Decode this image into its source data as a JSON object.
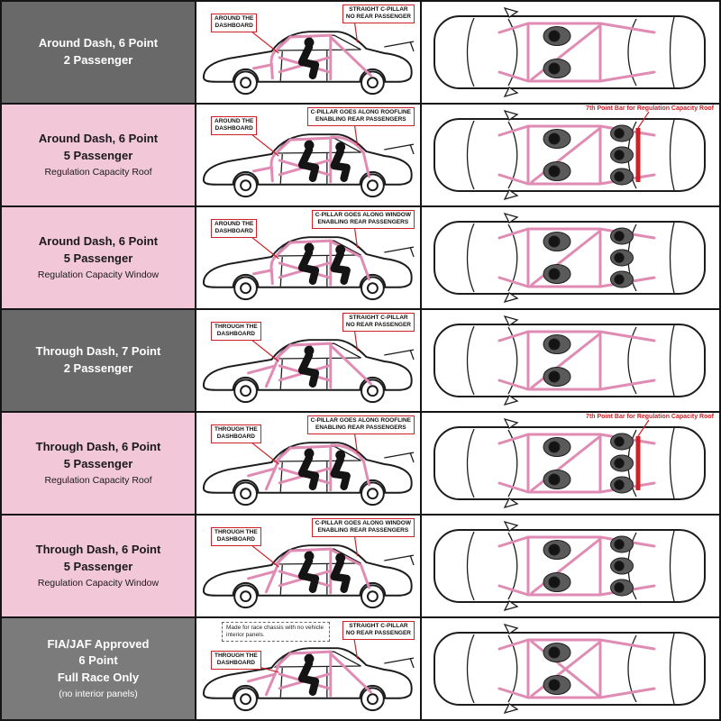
{
  "colors": {
    "cage_pink": "#e08bb3",
    "annotation_red": "#cc2128",
    "row_dark_gray": "#696969",
    "row_pink": "#f2c7d8",
    "row_gray": "#7b7b7b",
    "line_black": "#1c1c1c"
  },
  "rows": [
    {
      "title": "Around Dash, 6 Point",
      "title2": "2 Passenger",
      "dash_label_1": "AROUND THE",
      "dash_label_2": "DASHBOARD",
      "cpillar_label_1": "STRAIGHT C-PILLAR",
      "cpillar_label_2": "NO REAR PASSENGER"
    },
    {
      "title": "Around Dash, 6 Point",
      "title2": "5 Passenger",
      "subtitle": "Regulation Capacity Roof",
      "dash_label_1": "AROUND THE",
      "dash_label_2": "DASHBOARD",
      "cpillar_label_1": "C-PILLAR GOES ALONG ROOFLINE",
      "cpillar_label_2": "ENABLING REAR PASSENGERS",
      "top_note": "7th Point Bar for Regulation Capacity Roof"
    },
    {
      "title": "Around Dash, 6 Point",
      "title2": "5 Passenger",
      "subtitle": "Regulation Capacity Window",
      "dash_label_1": "AROUND THE",
      "dash_label_2": "DASHBOARD",
      "cpillar_label_1": "C-PILLAR GOES ALONG WINDOW",
      "cpillar_label_2": "ENABLING REAR PASSENGERS"
    },
    {
      "title": "Through Dash, 7 Point",
      "title2": "2 Passenger",
      "dash_label_1": "THROUGH THE",
      "dash_label_2": "DASHBOARD",
      "cpillar_label_1": "STRAIGHT C-PILLAR",
      "cpillar_label_2": "NO REAR PASSENGER"
    },
    {
      "title": "Through Dash, 6 Point",
      "title2": "5 Passenger",
      "subtitle": "Regulation Capacity Roof",
      "dash_label_1": "THROUGH THE",
      "dash_label_2": "DASHBOARD",
      "cpillar_label_1": "C-PILLAR GOES ALONG ROOFLINE",
      "cpillar_label_2": "ENABLING REAR PASSENGERS",
      "top_note": "7th Point Bar for Regulation Capacity Roof"
    },
    {
      "title": "Through Dash, 6 Point",
      "title2": "5 Passenger",
      "subtitle": "Regulation Capacity Window",
      "dash_label_1": "THROUGH THE",
      "dash_label_2": "DASHBOARD",
      "cpillar_label_1": "C-PILLAR GOES ALONG WINDOW",
      "cpillar_label_2": "ENABLING REAR PASSENGERS"
    },
    {
      "title": "FIA/JAF Approved",
      "title2": "6 Point",
      "title3": "Full Race Only",
      "subtitle": "(no interior panels)",
      "race_note": "Made for race chassis with no vehicle interior panels.",
      "dash_label_1": "THROUGH THE",
      "dash_label_2": "DASHBOARD",
      "cpillar_label_1": "STRAIGHT C-PILLAR",
      "cpillar_label_2": "NO REAR PASSENGER"
    }
  ]
}
